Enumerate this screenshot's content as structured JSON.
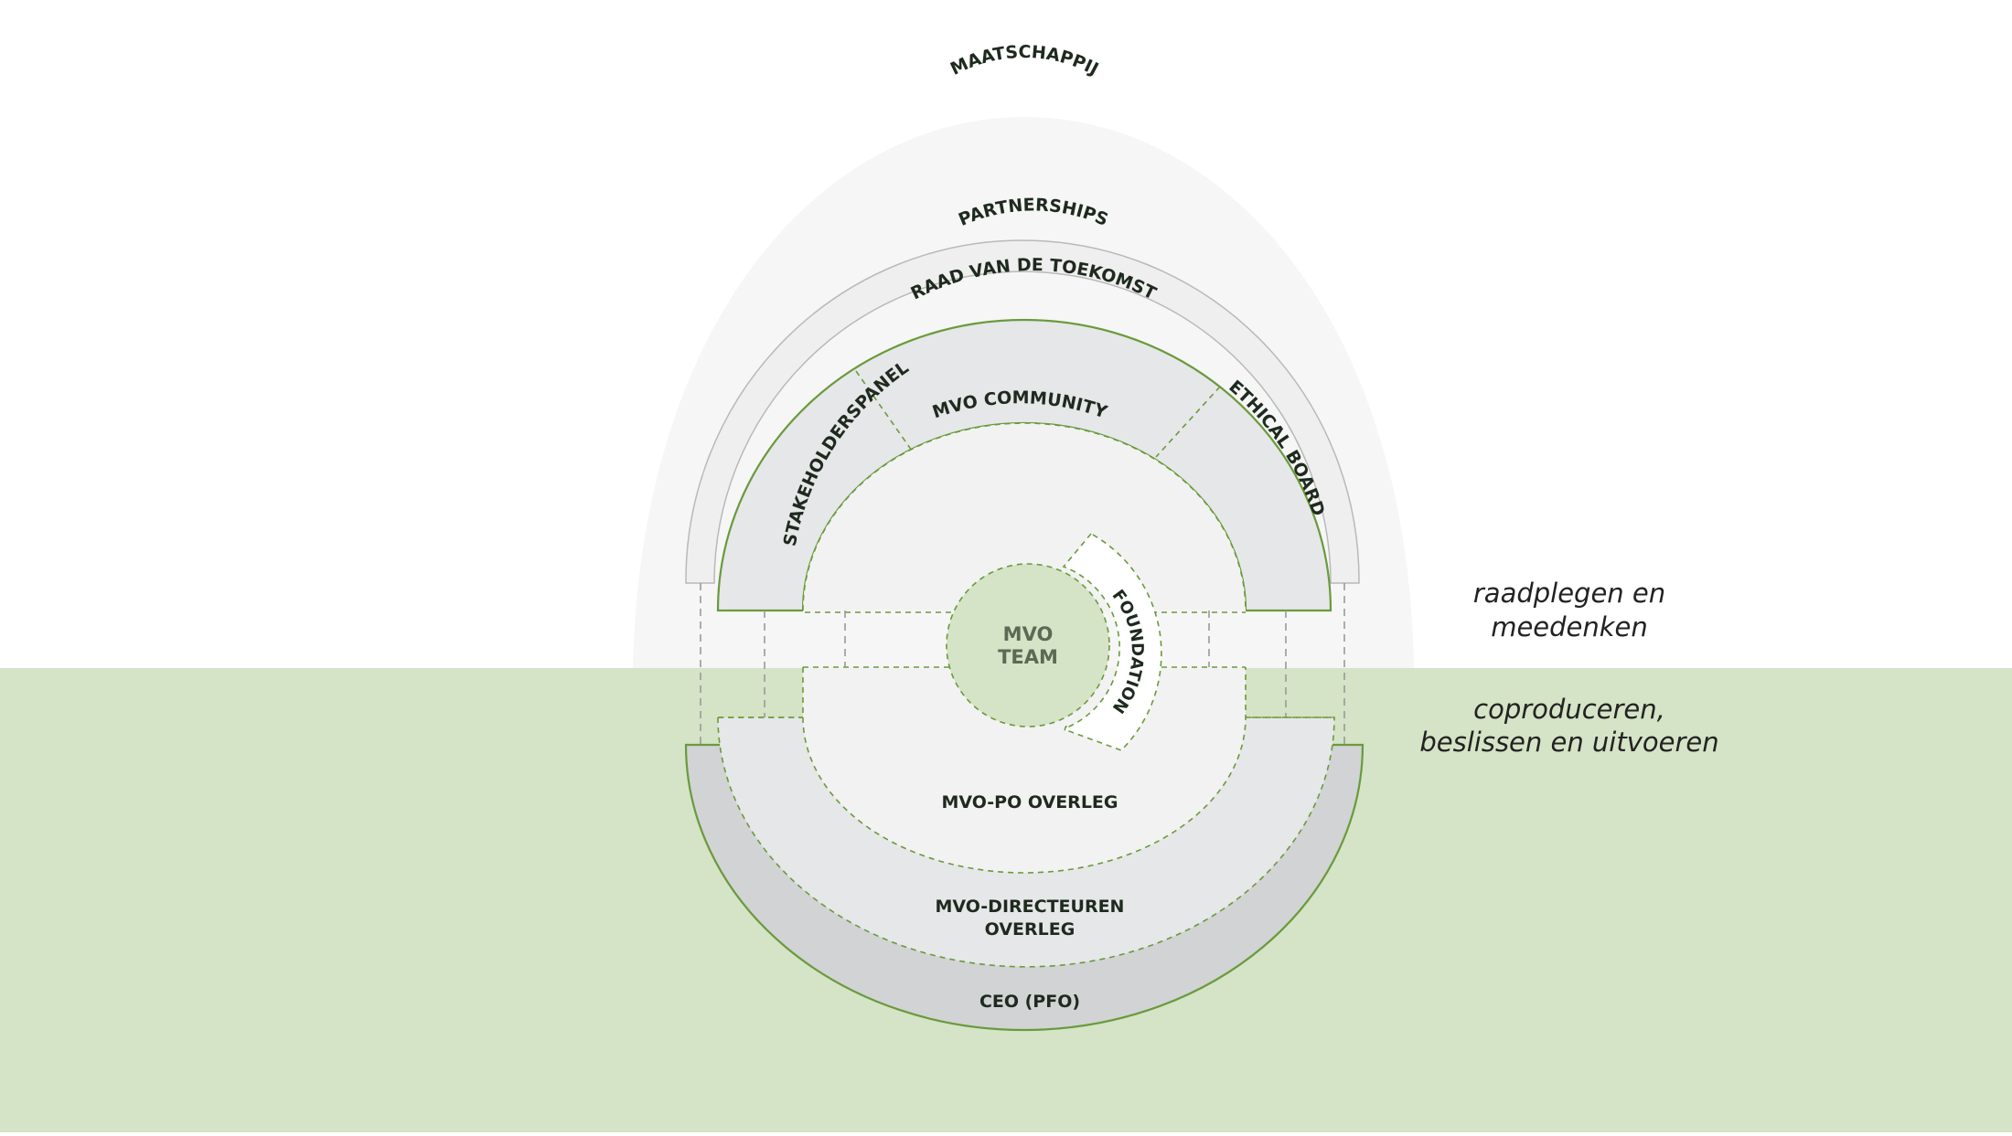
{
  "diagram": {
    "rings": {
      "society": "MAATSCHAPPIJ",
      "partnerships": "PARTNERSHIPS",
      "stakeholder_panel": "STAKEHOLDERSPANEL",
      "future_council": "RAAD VAN DE TOEKOMST",
      "ethical_board": "ETHICAL BOARD",
      "community": "MVO COMMUNITY",
      "foundation": "FOUNDATION",
      "team_line1": "MVO",
      "team_line2": "TEAM",
      "po_meeting": "MVO-PO OVERLEG",
      "directors_line1": "MVO-DIRECTEUREN",
      "directors_line2": "OVERLEG",
      "ceo": "CEO (PFO)"
    },
    "zones": {
      "upper_line1": "raadplegen en",
      "upper_line2": "meedenken",
      "lower_line1": "coproduceren,",
      "lower_line2": "beslissen en uitvoeren"
    },
    "colors": {
      "lower_band": "#d5e3c6",
      "accent_green": "#6a9a3c",
      "society_fill": "#f6f6f6",
      "ring_fill": "#eeefef",
      "council_fill": "#e6e7e8",
      "ceo_fill": "#d1d3d4"
    }
  }
}
